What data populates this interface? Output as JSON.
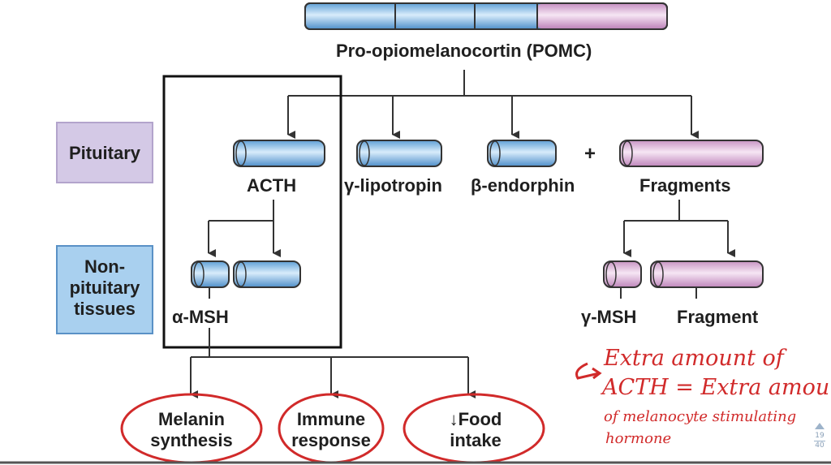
{
  "diagram": {
    "precursor_label": "Pro-opiomelanocortin (POMC)",
    "products": {
      "acth": "ACTH",
      "gamma_lipotropin": "γ-lipotropin",
      "beta_endorphin": "β-endorphin",
      "plus": "+",
      "fragments": "Fragments"
    },
    "secondary": {
      "alpha_msh": "α-MSH",
      "gamma_msh": "γ-MSH",
      "fragment": "Fragment"
    },
    "tissues": {
      "pituitary": "Pituitary",
      "non_pituitary_lines": [
        "Non-",
        "pituitary",
        "tissues"
      ]
    },
    "outcomes": {
      "melanin": [
        "Melanin",
        "synthesis"
      ],
      "immune": [
        "Immune",
        "response"
      ],
      "food_arrow": "↓",
      "food": [
        "Food",
        "intake"
      ]
    }
  },
  "annotation": {
    "lines": [
      "Extra amount of",
      "ACTH = Extra amount",
      "of melanocyte stimulating",
      "hormone"
    ]
  },
  "page_indicator": {
    "current": "19",
    "total": "40"
  },
  "colors": {
    "blue_fill": "#9cc8ec",
    "pink_fill": "#e4bde0",
    "pituitary_box": "#d4c9e6",
    "non_pituitary_box": "#a9d0ef",
    "annotation_red": "#d12a2a"
  }
}
